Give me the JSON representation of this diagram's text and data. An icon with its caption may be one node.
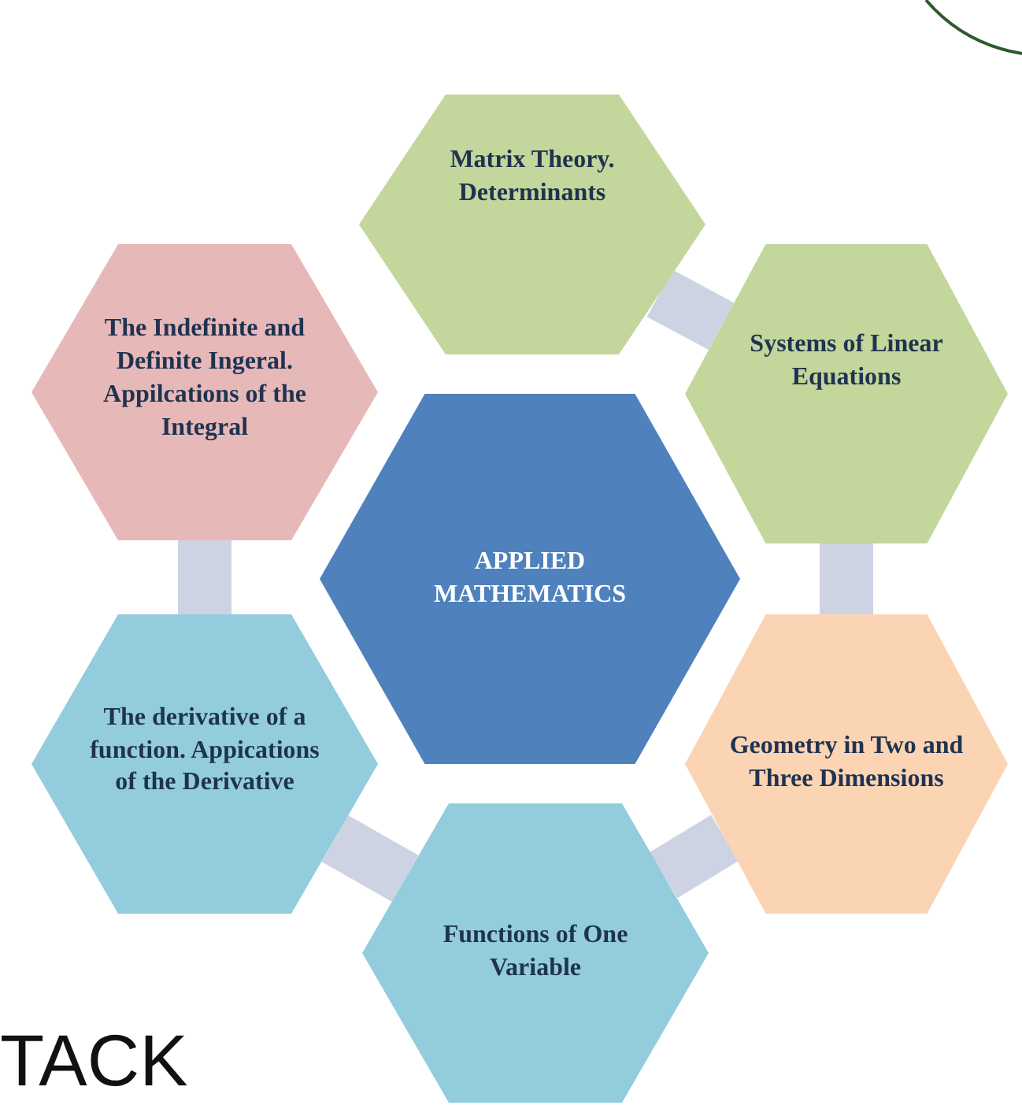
{
  "diagram": {
    "nodes": [
      {
        "text": [
          "Matrix Theory. Determinants"
        ]
      },
      {
        "text": [
          "The Indefinite and Definite Ingeral. Appilcations of the Integral"
        ]
      },
      {
        "text": [
          "Systems of Linear Equations"
        ]
      },
      {
        "text": [
          "APPLIED MATHEMATICS"
        ]
      },
      {
        "text": [
          "The derivative of a function. Appications of the Derivative"
        ]
      },
      {
        "text": [
          "Geometry in Two and Three Dimensions"
        ]
      },
      {
        "text": [
          "Functions of One Variable"
        ]
      }
    ],
    "edges": [
      {
        "from": 0,
        "to": 2,
        "arrow": "none"
      },
      {
        "from": 2,
        "to": 5,
        "arrow": "none"
      },
      {
        "from": 5,
        "to": 6,
        "arrow": "none"
      },
      {
        "from": 6,
        "to": 4,
        "arrow": "none"
      },
      {
        "from": 4,
        "to": 1,
        "arrow": "none"
      }
    ],
    "labels": [
      "TACK"
    ]
  }
}
